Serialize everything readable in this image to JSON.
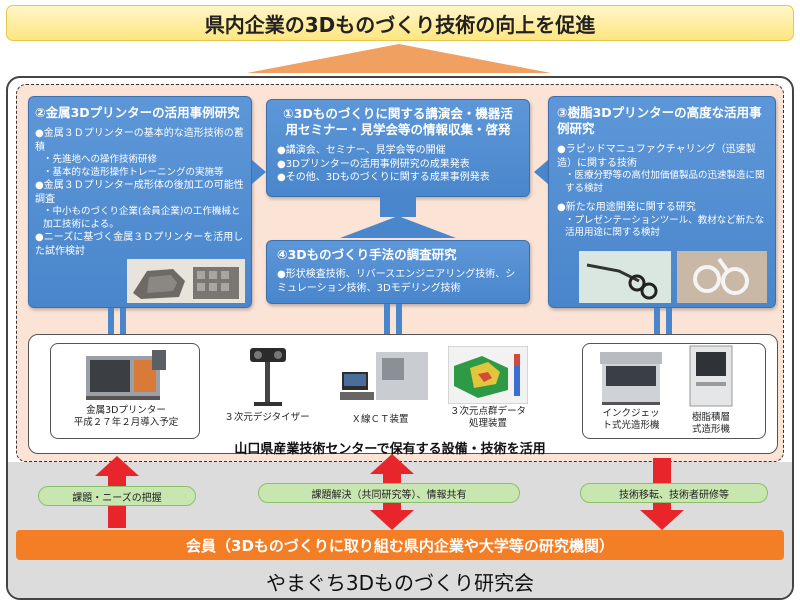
{
  "banner": {
    "title": "県内企業の3Dものづくり技術の向上を促進"
  },
  "box1": {
    "title": "①3Dものづくりに関する講演会・機器活用セミナー・見学会等の情報収集・啓発",
    "items": [
      "●講演会、セミナー、見学会等の開催",
      "●3Dプリンターの活用事例研究の成果発表",
      "●その他、3Dものづくりに関する成果事例発表"
    ]
  },
  "box2": {
    "title": "②金属3Dプリンターの活用事例研究",
    "items": [
      "●金属３Ｄプリンターの基本的な造形技術の蓄積",
      "・先進地への操作技術研修",
      "・基本的な造形操作トレーニングの実施等",
      "●金属３Ｄプリンター成形体の後加工の可能性調査",
      "・中小ものづくり企業(会員企業)の工作機械と加工技術による。",
      "●ニーズに基づく金属３Ｄプリンターを活用した試作検討"
    ]
  },
  "box3": {
    "title": "③樹脂3Dプリンターの高度な活用事例研究",
    "items": [
      "●ラピッドマニュファクチャリング（迅速製造）に関する技術",
      "・医療分野等の高付加価値製品の迅速製造に関する検討",
      "●新たな用途開発に関する研究",
      "・プレゼンテーションツール、教材など新たな活用用途に関する検討"
    ]
  },
  "box4": {
    "title": "④3Dものづくり手法の調査研究",
    "items": [
      "●形状検査技術、リバースエンジニアリング技術、シミュレーション技術、3Dモデリング技術"
    ]
  },
  "equipment": {
    "metal_printer": "金属3Dプリンター\n平成２７年２月導入予定",
    "digitizer": "３次元デジタイザー",
    "xray_ct": "Ｘ線ＣＴ装置",
    "point_cloud": "３次元点群データ\n処理装置",
    "inkjet": "インクジェッ\nト式光造形機",
    "resin": "樹脂積層\n式造形機",
    "caption": "山口県産業技術センターで保有する設備・技術を活用"
  },
  "pills": {
    "left": "課題・ニーズの把握",
    "mid": "課題解決（共同研究等）、情報共有",
    "right": "技術移転、技術者研修等"
  },
  "members": "会員（3Dものづくりに取り組む県内企業や大学等の研究機関）",
  "footer_title": "やまぐち3Dものづくり研究会",
  "colors": {
    "banner": "#ffe680",
    "blue_box": "#4a86cc",
    "peach": "#fbe3d6",
    "members": "#f37e26",
    "red_arrow": "#e8252a",
    "pill": "#c8e6b0"
  }
}
